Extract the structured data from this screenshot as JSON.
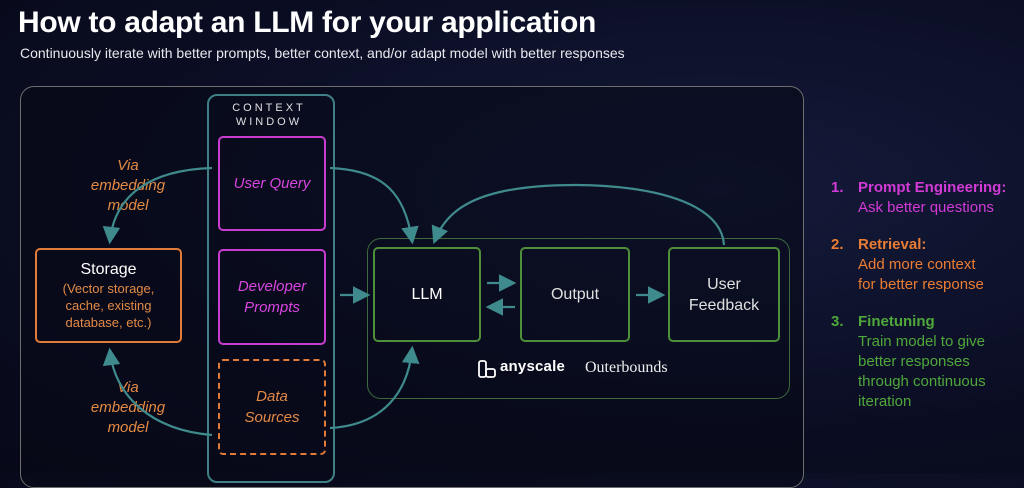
{
  "title": "How to adapt an LLM for your application",
  "subtitle": "Continuously iterate with better prompts, better context, and/or adapt model with better responses",
  "context_window": {
    "label_line1": "CONTEXT",
    "label_line2": "WINDOW",
    "user_query": "User Query",
    "developer_prompts_line1": "Developer",
    "developer_prompts_line2": "Prompts",
    "data_sources_line1": "Data",
    "data_sources_line2": "Sources"
  },
  "storage": {
    "title": "Storage",
    "detail_line1": "(Vector storage,",
    "detail_line2": "cache, existing",
    "detail_line3": "database, etc.)"
  },
  "via_top": {
    "line1": "Via",
    "line2": "embedding",
    "line3": "model"
  },
  "via_bottom": {
    "line1": "Via",
    "line2": "embedding",
    "line3": "model"
  },
  "llm": "LLM",
  "output": "Output",
  "user_feedback_line1": "User",
  "user_feedback_line2": "Feedback",
  "brands": {
    "anyscale": "anyscale",
    "outerbounds": "Outerbounds"
  },
  "steps": [
    {
      "number": "1.",
      "title": "Prompt Engineering:",
      "desc1": "Ask better questions",
      "desc2": "",
      "desc3": "",
      "desc4": "",
      "color": "#d23ad6"
    },
    {
      "number": "2.",
      "title": "Retrieval:",
      "desc1": "Add more context",
      "desc2": "for better response",
      "desc3": "",
      "desc4": "",
      "color": "#ea7d33"
    },
    {
      "number": "3.",
      "title": "Finetuning",
      "desc1": "Train model to give",
      "desc2": "better responses",
      "desc3": "through continuous",
      "desc4": "iteration",
      "color": "#4fa83a"
    }
  ],
  "colors": {
    "magenta": "#c83cd0",
    "orange": "#e07b39",
    "green": "#4e8f3a",
    "teal": "#3f8a8c"
  }
}
